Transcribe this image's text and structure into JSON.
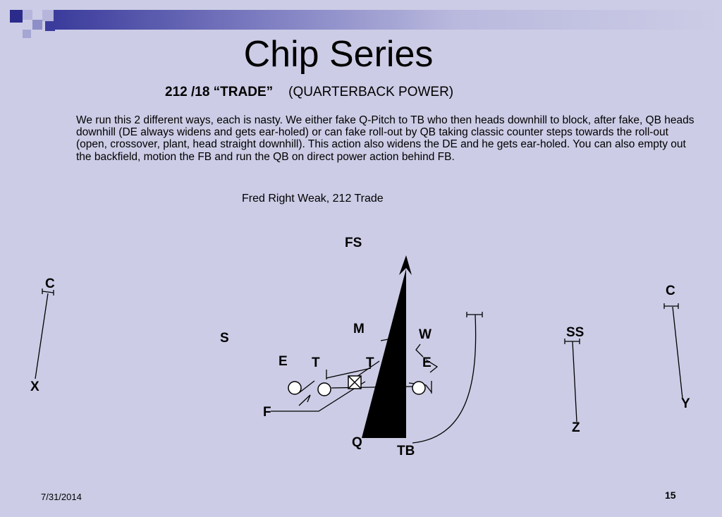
{
  "slide": {
    "title": "Chip Series",
    "subtitle_bold": "212 /18 “TRADE”",
    "subtitle_rest": "(QUARTERBACK POWER)",
    "body": "We run this 2 different ways, each is nasty.  We either fake Q-Pitch to TB who then heads downhill to block, after fake, QB heads downhill (DE always widens and gets ear-holed) or can fake roll-out by QB taking classic counter steps towards the roll-out (open, crossover, plant, head straight downhill).  This action also widens the DE and he gets ear-holed.  You can also empty out the backfield, motion the FB and run the QB on direct power action behind FB.",
    "caption": "Fred Right Weak, 212 Trade",
    "date": "7/31/2014",
    "page": "15"
  },
  "diagram": {
    "labels": {
      "fs": "FS",
      "c_left": "C",
      "c_right": "C",
      "s": "S",
      "m": "M",
      "w": "W",
      "ss": "SS",
      "e_left": "E",
      "t_left": "T",
      "t_right": "T",
      "e_right": "E",
      "x": "X",
      "y": "Y",
      "f": "F",
      "z": "Z",
      "q": "Q",
      "tb": "TB"
    }
  },
  "colors": {
    "background": "#cccce6",
    "accent": "#3b3b9c",
    "ink": "#000000",
    "player_fill": "#ffffff"
  }
}
